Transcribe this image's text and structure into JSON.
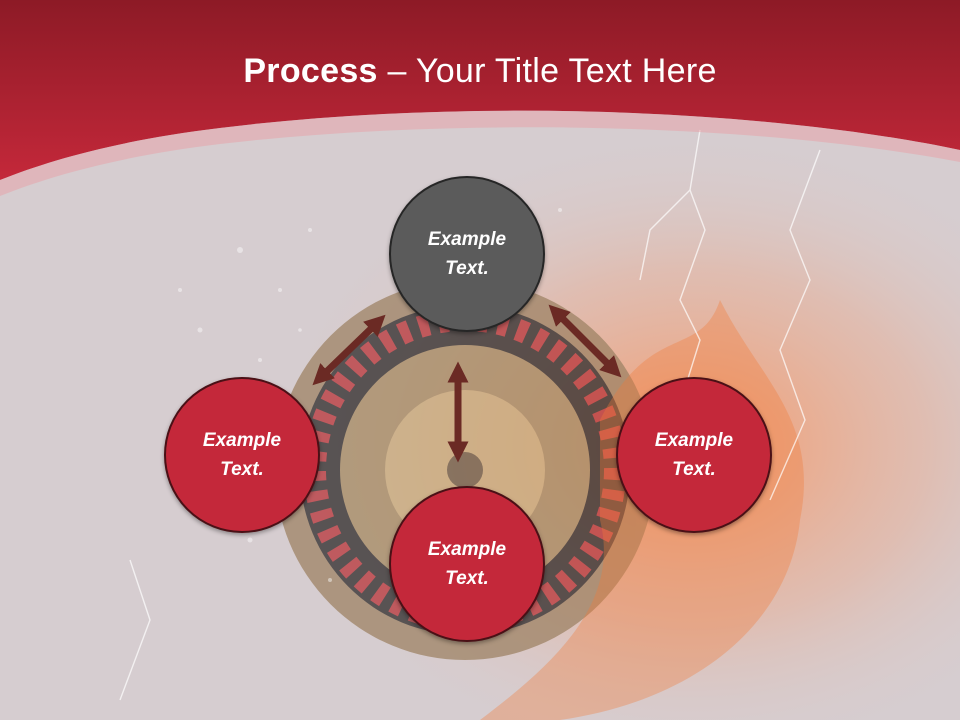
{
  "title": {
    "bold": "Process",
    "rest": " – Your Title Text Here"
  },
  "nodes": {
    "top": {
      "text": "Example\nText."
    },
    "left": {
      "text": "Example\nText."
    },
    "right": {
      "text": "Example\nText."
    },
    "bottom": {
      "text": "Example\nText."
    }
  },
  "colors": {
    "header": "#c4283a",
    "node_dark": "#5b5b5b",
    "node_red": "#c4283a",
    "arrow": "#6b2a24"
  },
  "background": {
    "image": "roulette-wheel-fire-water-splash"
  }
}
